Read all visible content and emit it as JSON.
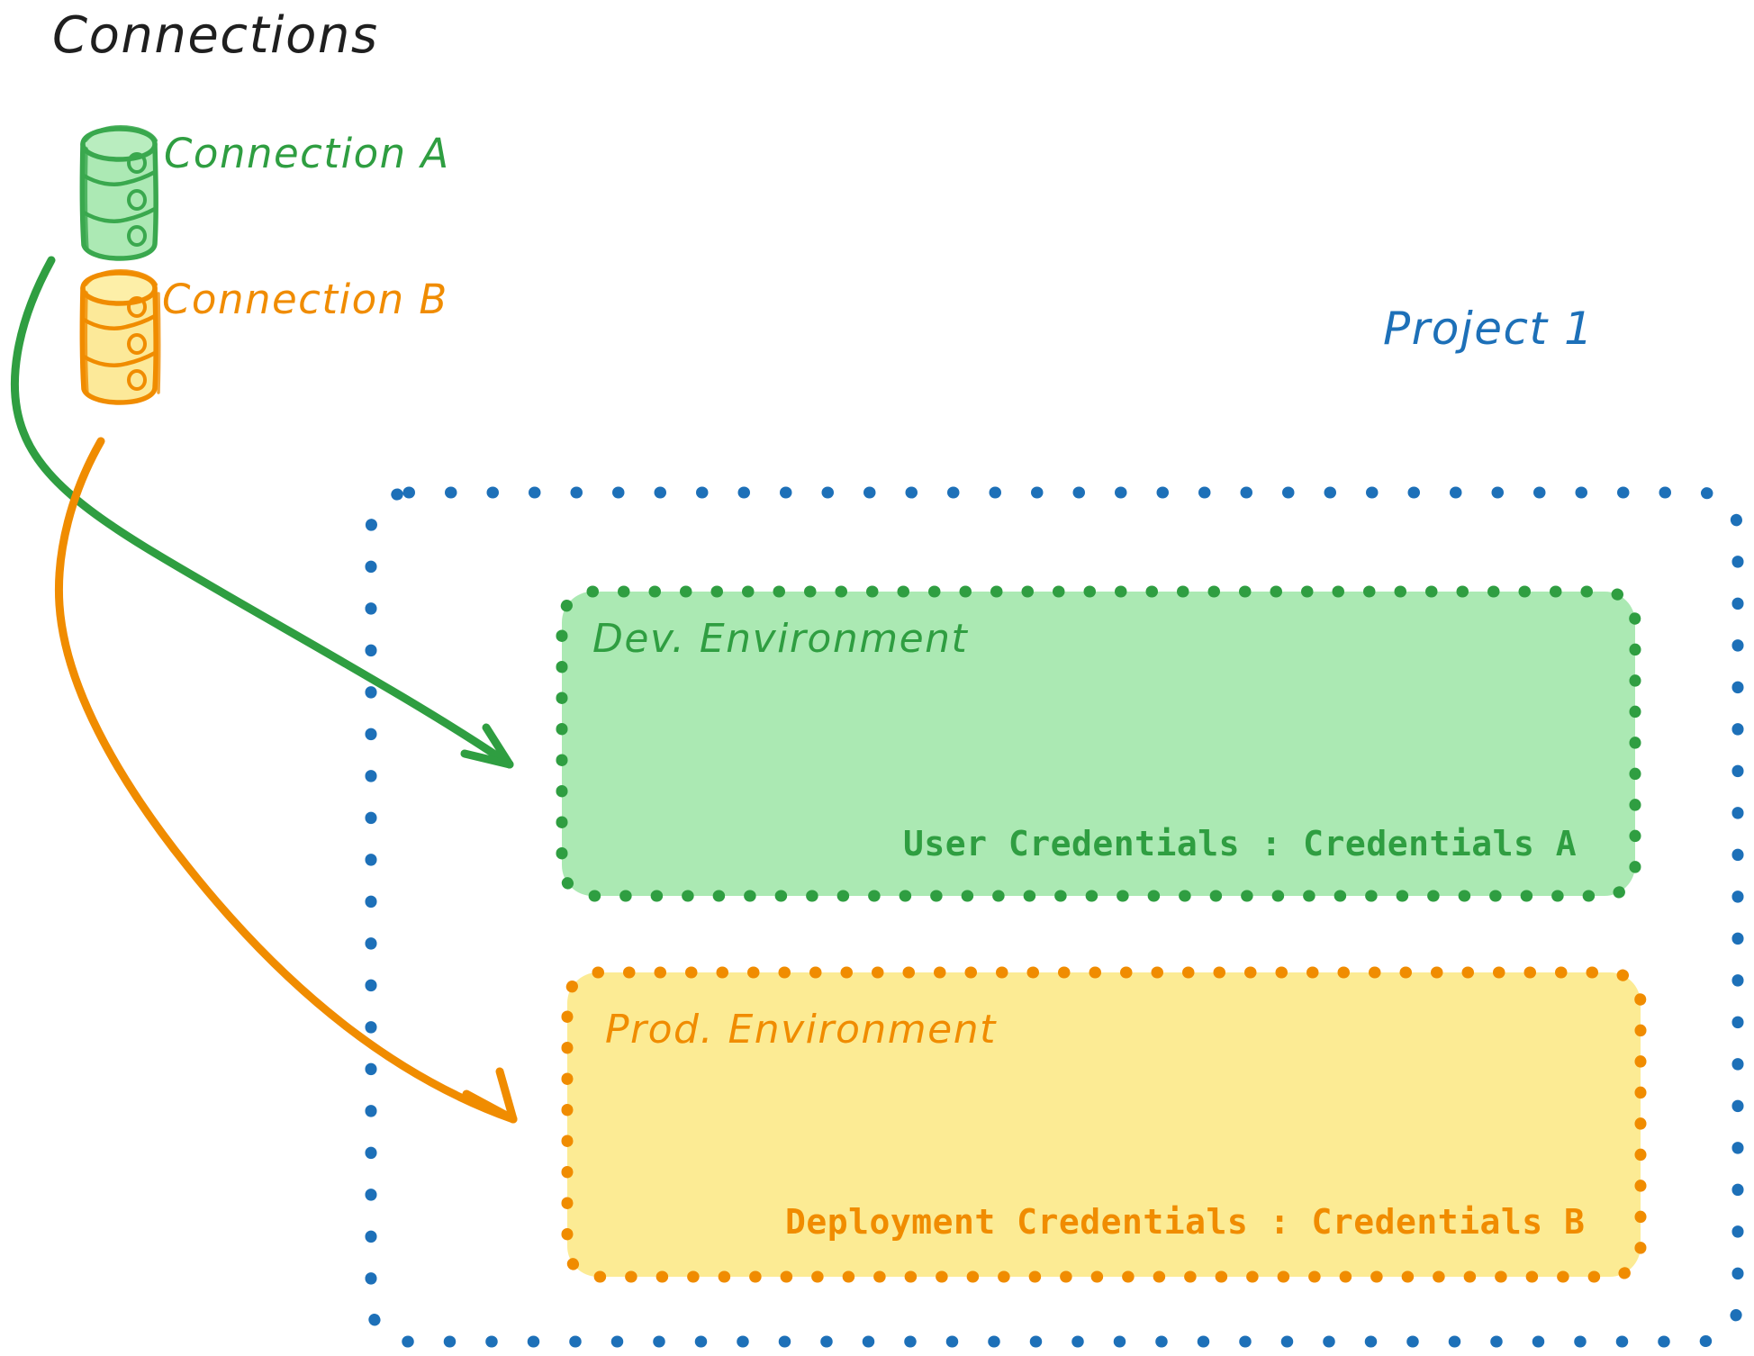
{
  "diagram": {
    "title": "Connections",
    "connections": [
      {
        "id": "a",
        "label": "Connection A",
        "icon": "database-icon",
        "color": "#2f9e41",
        "fill": "#a8e8b0"
      },
      {
        "id": "b",
        "label": "Connection B",
        "icon": "database-icon",
        "color": "#f08c00",
        "fill": "#fce894"
      }
    ],
    "project": {
      "label": "Project 1",
      "color": "#1d70b8",
      "environments": [
        {
          "id": "dev",
          "title": "Dev. Environment",
          "credentials": "User Credentials : Credentials A",
          "border_color": "#2f9e41",
          "fill_color": "#abe9b3"
        },
        {
          "id": "prod",
          "title": "Prod. Environment",
          "credentials": "Deployment Credentials : Credentials B",
          "border_color": "#f08c00",
          "fill_color": "#fceb94"
        }
      ]
    },
    "arrows": [
      {
        "id": "a-to-dev",
        "from": "Connection A",
        "to": "Dev. Environment",
        "color": "#2f9e41"
      },
      {
        "id": "b-to-prod",
        "from": "Connection B",
        "to": "Prod. Environment",
        "color": "#f08c00"
      }
    ],
    "colors": {
      "green_stroke": "#2f9e41",
      "green_fill": "#abe9b3",
      "orange_stroke": "#f08c00",
      "orange_fill": "#fceb94",
      "blue_stroke": "#1d70b8",
      "text_dark": "#1f1f1f",
      "background": "#ffffff"
    }
  }
}
